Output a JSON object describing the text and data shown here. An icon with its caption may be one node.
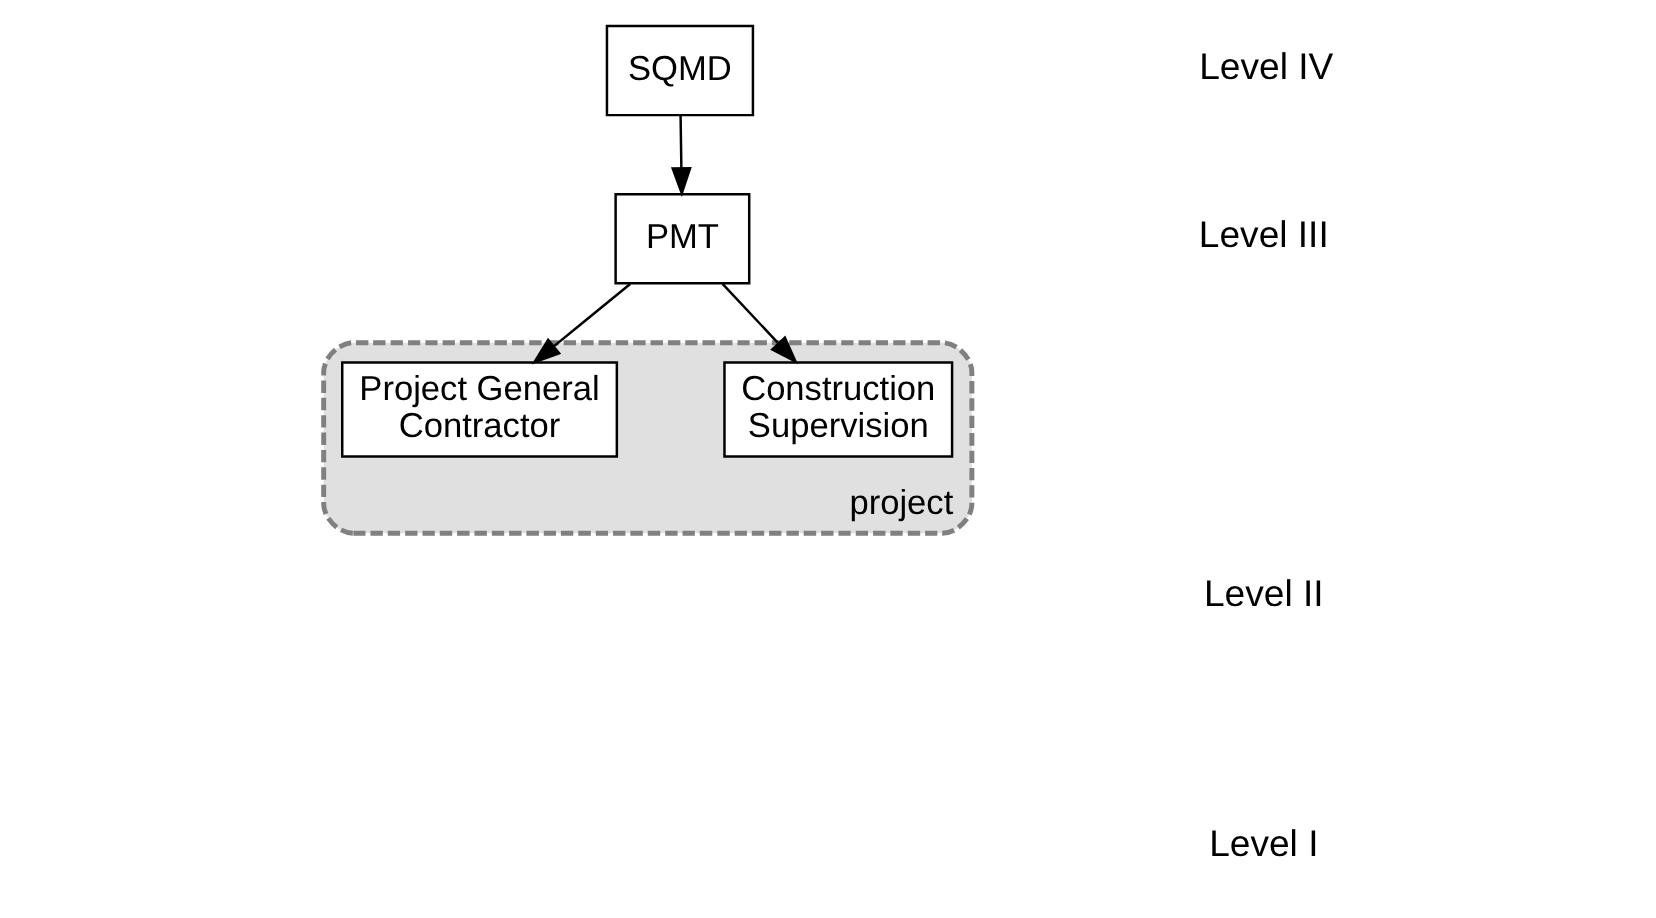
{
  "diagram": {
    "nodes": [
      {
        "text": [
          "SQMD"
        ]
      },
      {
        "text": [
          "PMT"
        ]
      },
      {
        "text": [
          "project"
        ]
      },
      {
        "text": [
          "Construction Supervision"
        ],
        "in": 2
      },
      {
        "text": [
          "Project General Contractor"
        ],
        "in": 2
      }
    ],
    "edges": [
      {
        "from": 0,
        "to": 1,
        "arrow": "to"
      },
      {
        "from": 1,
        "to": 3,
        "arrow": "to"
      },
      {
        "from": 1,
        "to": 4,
        "arrow": "to"
      }
    ],
    "labels": [
      "Level IV",
      "Level III",
      "Level II",
      "Level I"
    ]
  }
}
